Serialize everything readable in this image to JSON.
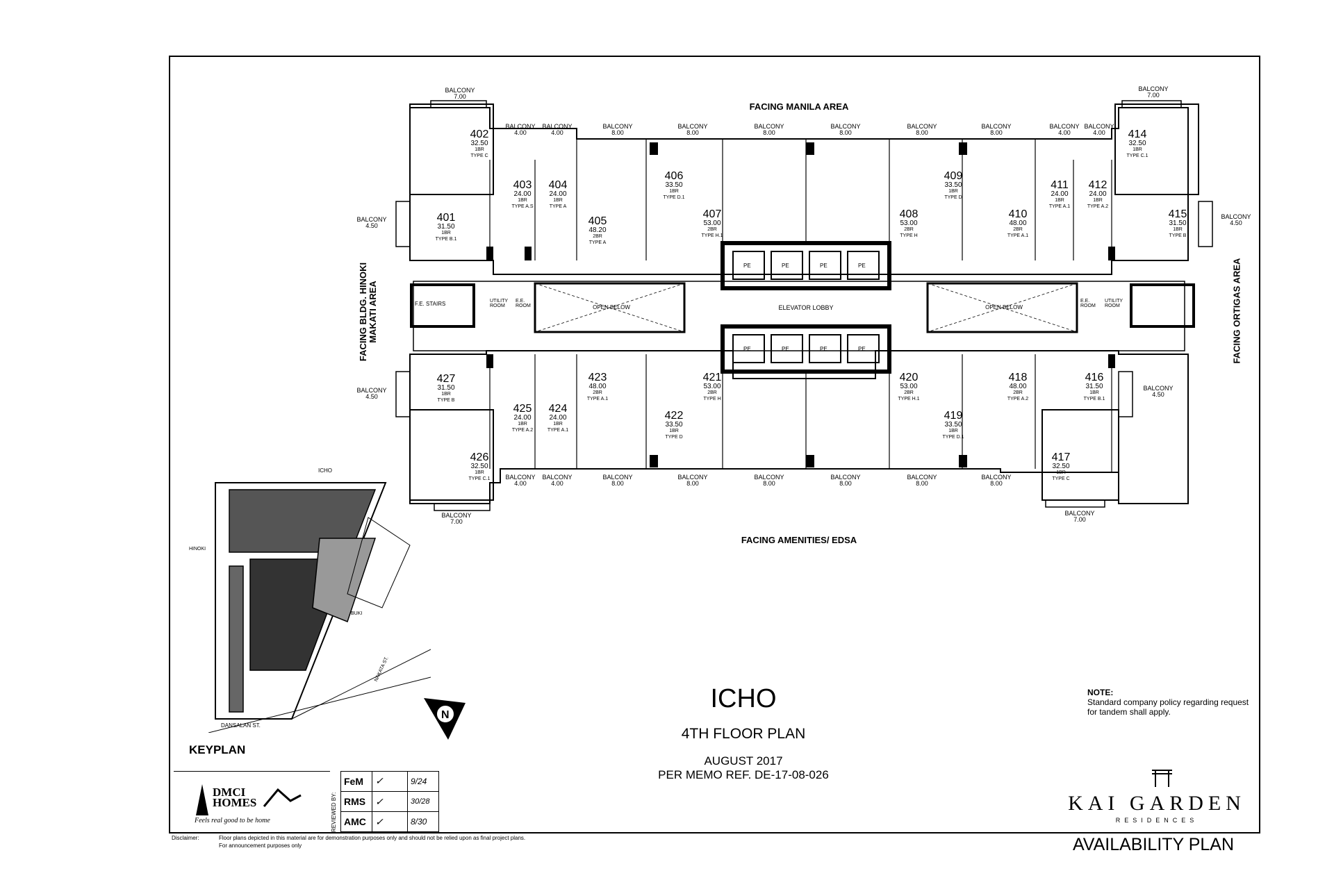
{
  "title": "ICHO",
  "subtitle": "4TH FLOOR PLAN",
  "date": "AUGUST 2017",
  "memo": "PER MEMO REF. DE-17-08-026",
  "facing_top": "FACING MANILA AREA",
  "facing_bottom": "FACING AMENITIES/ EDSA",
  "facing_left_1": "FACING BLDG. HINOKI",
  "facing_left_2": "MAKATI AREA",
  "facing_right": "FACING ORTIGAS AREA",
  "elevator_lobby": "ELEVATOR LOBBY",
  "open_below": "OPEN BELOW",
  "pe": "PE",
  "fe_stairs": "F.E. STAIRS",
  "utility_room": "UTILITY ROOM",
  "ee_room": "E.E. ROOM",
  "balcony": "BALCONY",
  "units": [
    {
      "id": "402",
      "area": "32.50",
      "br": "1BR",
      "type": "TYPE C"
    },
    {
      "id": "401",
      "area": "31.50",
      "br": "1BR",
      "type": "TYPE B.1"
    },
    {
      "id": "403",
      "area": "24.00",
      "br": "1BR",
      "type": "TYPE A.S"
    },
    {
      "id": "404",
      "area": "24.00",
      "br": "1BR",
      "type": "TYPE A"
    },
    {
      "id": "405",
      "area": "48.20",
      "br": "2BR",
      "type": "TYPE A"
    },
    {
      "id": "406",
      "area": "33.50",
      "br": "1BR",
      "type": "TYPE D.1"
    },
    {
      "id": "407",
      "area": "53.00",
      "br": "2BR",
      "type": "TYPE H.1"
    },
    {
      "id": "408",
      "area": "53.00",
      "br": "2BR",
      "type": "TYPE H"
    },
    {
      "id": "409",
      "area": "33.50",
      "br": "1BR",
      "type": "TYPE D"
    },
    {
      "id": "410",
      "area": "48.00",
      "br": "2BR",
      "type": "TYPE A.1"
    },
    {
      "id": "411",
      "area": "24.00",
      "br": "1BR",
      "type": "TYPE A.1"
    },
    {
      "id": "412",
      "area": "24.00",
      "br": "1BR",
      "type": "TYPE A.2"
    },
    {
      "id": "414",
      "area": "32.50",
      "br": "1BR",
      "type": "TYPE C.1"
    },
    {
      "id": "415",
      "area": "31.50",
      "br": "1BR",
      "type": "TYPE B"
    },
    {
      "id": "427",
      "area": "31.50",
      "br": "1BR",
      "type": "TYPE B"
    },
    {
      "id": "426",
      "area": "32.50",
      "br": "1BR",
      "type": "TYPE C.1"
    },
    {
      "id": "425",
      "area": "24.00",
      "br": "1BR",
      "type": "TYPE A.2"
    },
    {
      "id": "424",
      "area": "24.00",
      "br": "1BR",
      "type": "TYPE A.1"
    },
    {
      "id": "423",
      "area": "48.00",
      "br": "2BR",
      "type": "TYPE A.1"
    },
    {
      "id": "422",
      "area": "33.50",
      "br": "1BR",
      "type": "TYPE D"
    },
    {
      "id": "421",
      "area": "53.00",
      "br": "2BR",
      "type": "TYPE H"
    },
    {
      "id": "420",
      "area": "53.00",
      "br": "2BR",
      "type": "TYPE H.1"
    },
    {
      "id": "419",
      "area": "33.50",
      "br": "1BR",
      "type": "TYPE D.1"
    },
    {
      "id": "418",
      "area": "48.00",
      "br": "2BR",
      "type": "TYPE A.2"
    },
    {
      "id": "416",
      "area": "31.50",
      "br": "1BR",
      "type": "TYPE B.1"
    },
    {
      "id": "417",
      "area": "32.50",
      "br": "1BR",
      "type": "TYPE C"
    }
  ],
  "balconies": [
    {
      "label": "BALCONY",
      "size": "7.00"
    },
    {
      "label": "BALCONY",
      "size": "4.00"
    },
    {
      "label": "BALCONY",
      "size": "4.00"
    },
    {
      "label": "BALCONY",
      "size": "8.00"
    },
    {
      "label": "BALCONY",
      "size": "8.00"
    },
    {
      "label": "BALCONY",
      "size": "8.00"
    },
    {
      "label": "BALCONY",
      "size": "8.00"
    },
    {
      "label": "BALCONY",
      "size": "8.00"
    },
    {
      "label": "BALCONY",
      "size": "8.00"
    },
    {
      "label": "BALCONY",
      "size": "4.00"
    },
    {
      "label": "BALCONY",
      "size": "4.00"
    },
    {
      "label": "BALCONY",
      "size": "7.00"
    },
    {
      "label": "BALCONY",
      "size": "4.50"
    },
    {
      "label": "BALCONY",
      "size": "4.50"
    },
    {
      "label": "BALCONY",
      "size": "4.50"
    },
    {
      "label": "BALCONY",
      "size": "4.50"
    },
    {
      "label": "BALCONY",
      "size": "4.00"
    },
    {
      "label": "BALCONY",
      "size": "4.00"
    },
    {
      "label": "BALCONY",
      "size": "8.00"
    },
    {
      "label": "BALCONY",
      "size": "8.00"
    },
    {
      "label": "BALCONY",
      "size": "8.00"
    },
    {
      "label": "BALCONY",
      "size": "8.00"
    },
    {
      "label": "BALCONY",
      "size": "8.00"
    },
    {
      "label": "BALCONY",
      "size": "8.00"
    },
    {
      "label": "BALCONY",
      "size": "7.00"
    },
    {
      "label": "BALCONY",
      "size": "7.00"
    }
  ],
  "keyplan": {
    "label": "KEYPLAN",
    "icho": "ICHO",
    "hinoki": "HINOKI",
    "buki": "BUKI",
    "dansalan": "DANSALAN ST.",
    "nakata": "NAKATA ST.",
    "north": "N"
  },
  "note_title": "NOTE:",
  "note_text": "Standard company policy regarding request for tandem shall apply.",
  "brand": {
    "dmci_line1": "DMCI",
    "dmci_line2": "HOMES",
    "tagline": "Feels real good to be home",
    "kai_garden": "KAI GARDEN",
    "residences": "RESIDENCES",
    "availability": "AVAILABILITY PLAN"
  },
  "reviewed_by": "REVIEWED BY:",
  "reviewers": [
    {
      "initials": "FeM",
      "date": "9/24"
    },
    {
      "initials": "RMS",
      "date": "30/28"
    },
    {
      "initials": "AMC",
      "date": "8/30"
    }
  ],
  "disclaimer_label": "Disclaimer:",
  "disclaimer_1": "Floor plans depicted in this material are for demonstration purposes only and should not be relied upon as final project plans.",
  "disclaimer_2": "For announcement purposes only"
}
